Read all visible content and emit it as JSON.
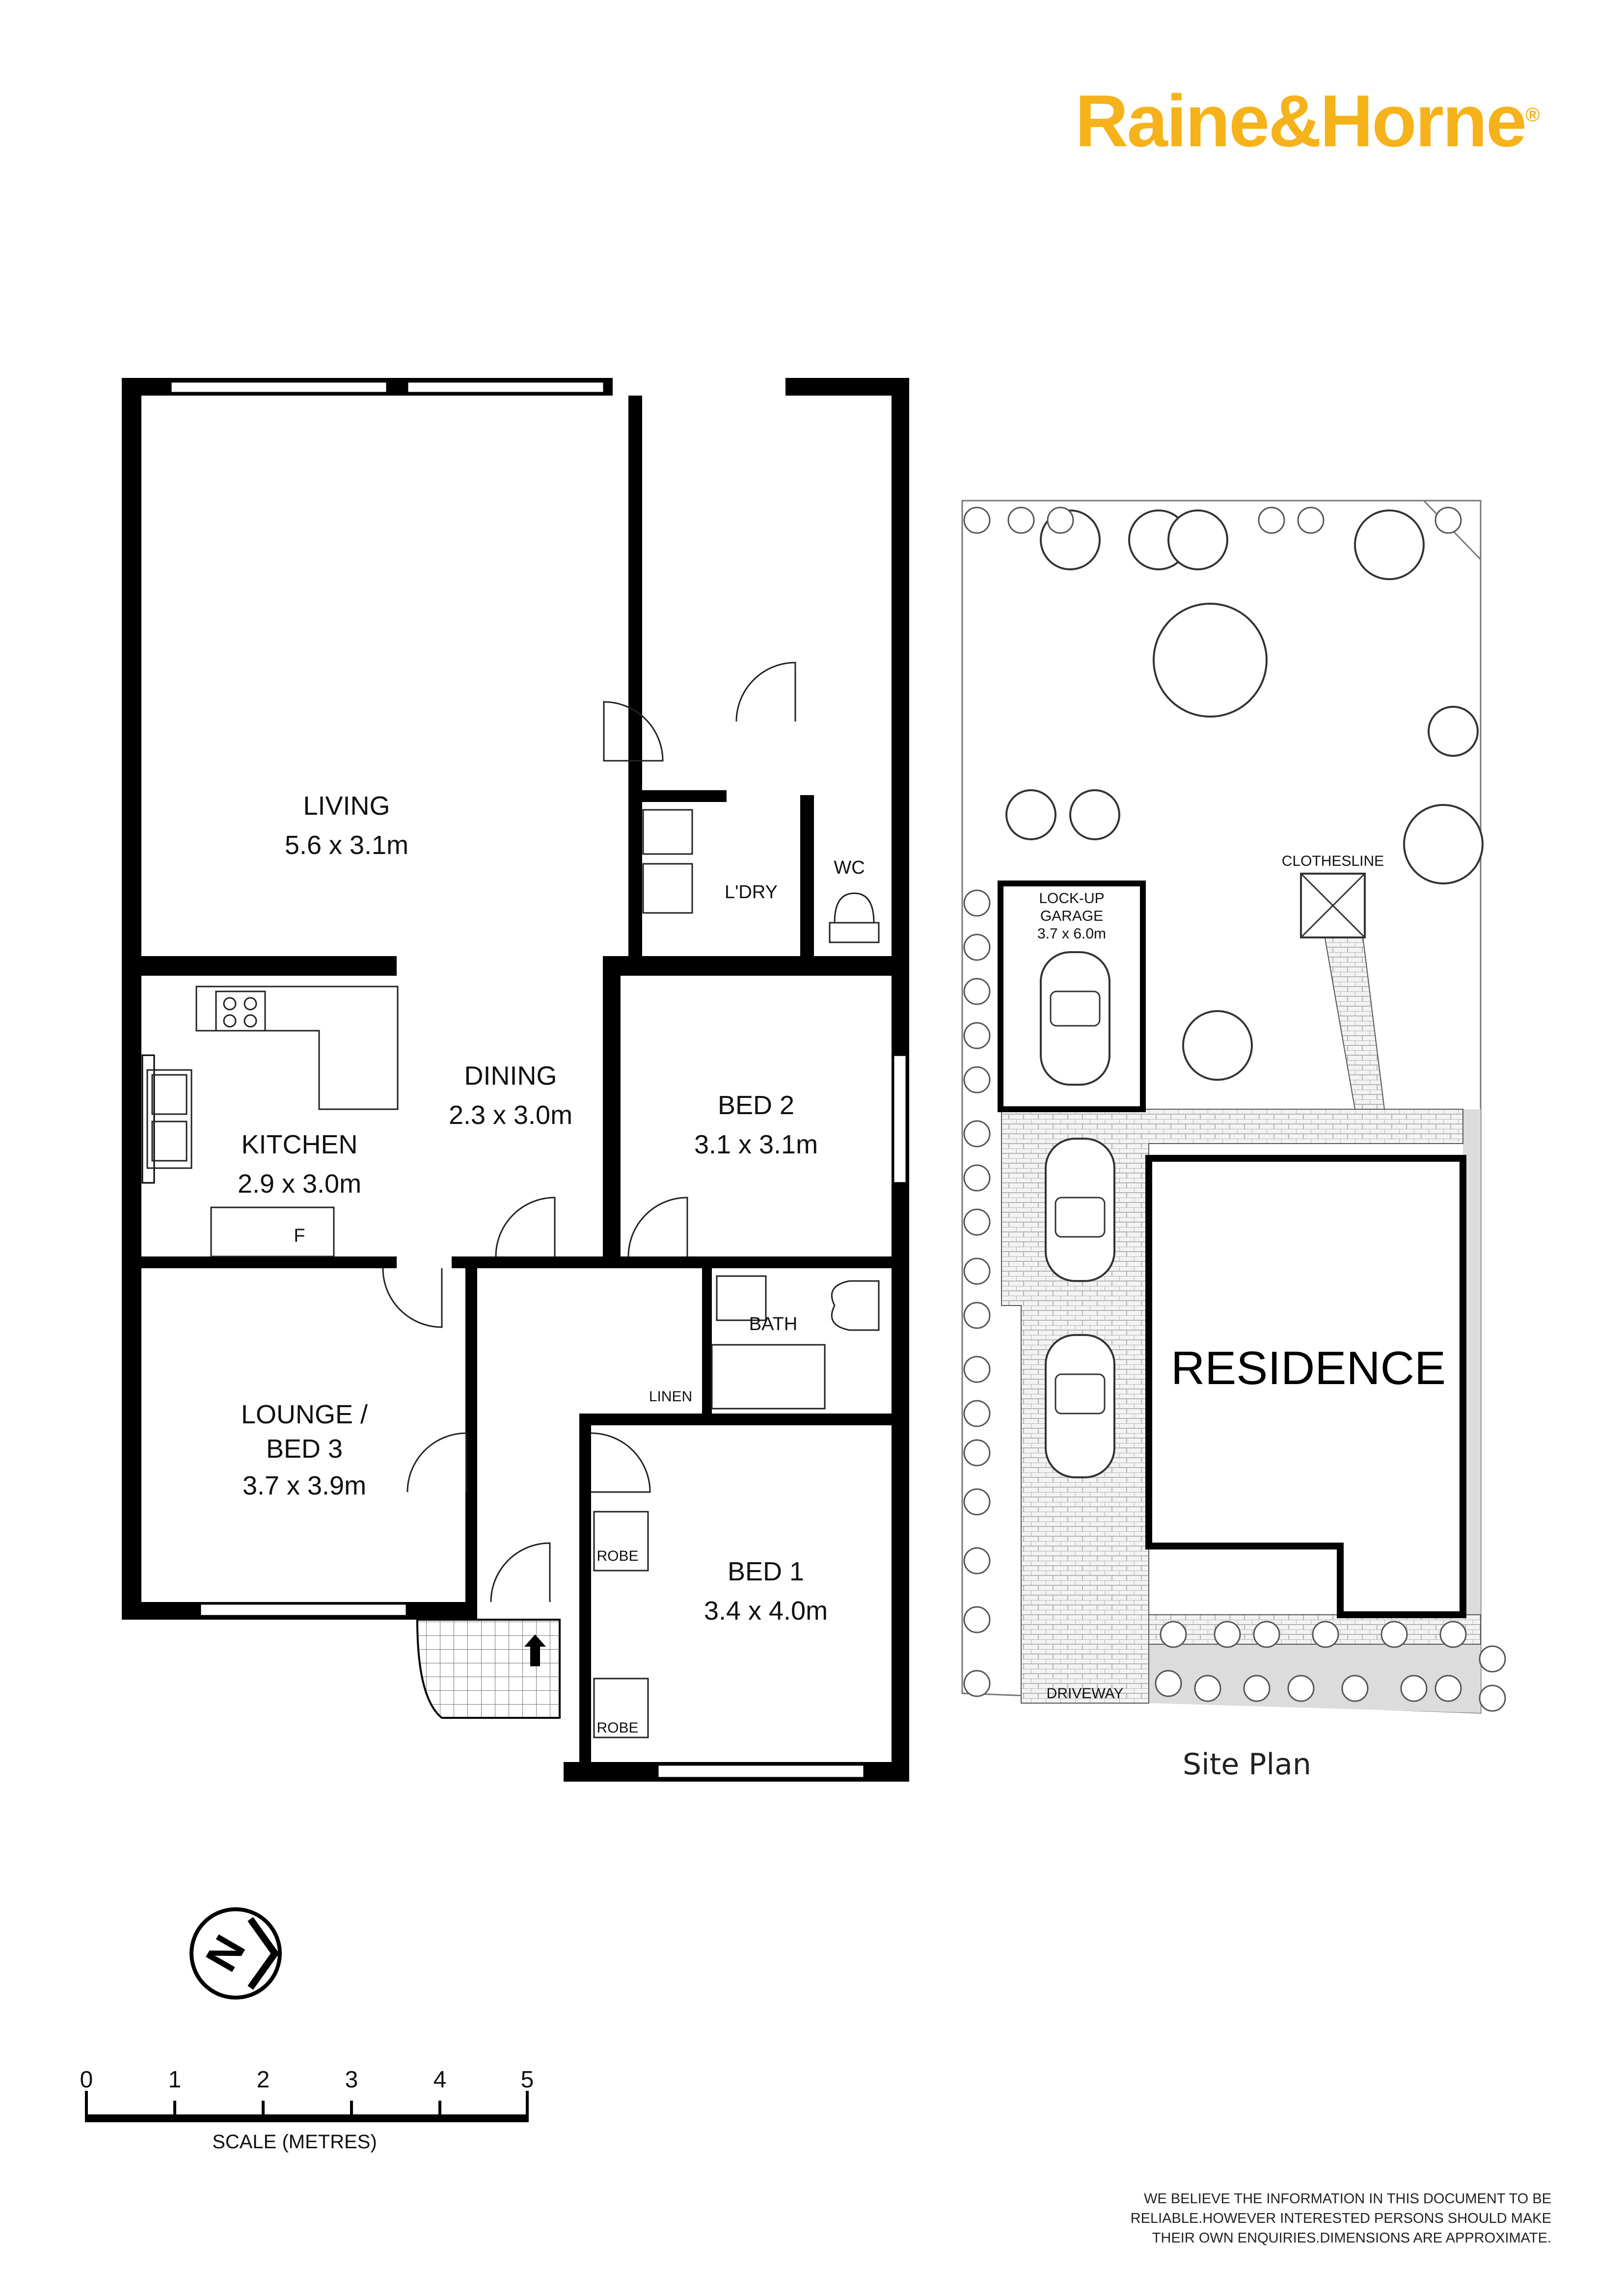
{
  "brand": {
    "name": "Raine&Horne",
    "mark": "®"
  },
  "rooms": {
    "living": {
      "name": "LIVING",
      "dims": "5.6 x 3.1m"
    },
    "dining": {
      "name": "DINING",
      "dims": "2.3 x 3.0m"
    },
    "kitchen": {
      "name": "KITCHEN",
      "dims": "2.9 x 3.0m"
    },
    "lounge": {
      "name": "LOUNGE /",
      "name2": "BED 3",
      "dims": "3.7 x 3.9m"
    },
    "bed2": {
      "name": "BED 2",
      "dims": "3.1 x 3.1m"
    },
    "bed1": {
      "name": "BED 1",
      "dims": "3.4 x 4.0m"
    },
    "laundry": "L'DRY",
    "wc": "WC",
    "bath": "BATH",
    "linen": "LINEN",
    "robe_top": "ROBE",
    "robe_bottom": "ROBE",
    "fridge": "F"
  },
  "site": {
    "garage_line1": "LOCK-UP",
    "garage_line2": "GARAGE",
    "garage_dims": "3.7 x 6.0m",
    "clothesline": "CLOTHESLINE",
    "residence": "RESIDENCE",
    "driveway": "DRIVEWAY",
    "label": "Site Plan"
  },
  "compass": {
    "letter": "N"
  },
  "scale": {
    "ticks": [
      "0",
      "1",
      "2",
      "3",
      "4",
      "5"
    ],
    "title": "SCALE (METRES)"
  },
  "disclaimer": {
    "line1": "WE BELIEVE THE INFORMATION IN THIS DOCUMENT TO BE",
    "line2": "RELIABLE.HOWEVER INTERESTED PERSONS SHOULD MAKE",
    "line3": "THEIR OWN ENQUIRIES.DIMENSIONS ARE APPROXIMATE."
  },
  "colors": {
    "brand": "#f6b21a",
    "wall": "#000000",
    "paving": "#cfcfcf",
    "lawn": "#dcdcdc"
  }
}
